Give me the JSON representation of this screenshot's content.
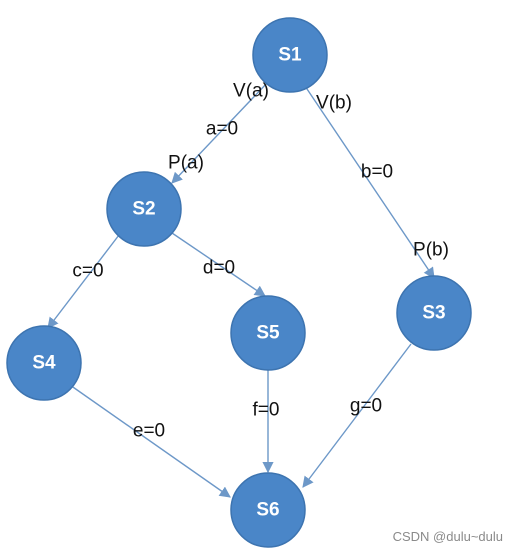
{
  "nodes": {
    "s1": "S1",
    "s2": "S2",
    "s3": "S3",
    "s4": "S4",
    "s5": "S5",
    "s6": "S6"
  },
  "edge_labels": {
    "v_a": "V(a)",
    "v_b": "V(b)",
    "a0": "a=0",
    "p_a": "P(a)",
    "b0": "b=0",
    "p_b": "P(b)",
    "c0": "c=0",
    "d0": "d=0",
    "e0": "e=0",
    "f0": "f=0",
    "g0": "g=0"
  },
  "watermark": "CSDN @dulu~dulu",
  "colors": {
    "node_fill": "#4a86c8",
    "edge": "#6d98c8"
  }
}
